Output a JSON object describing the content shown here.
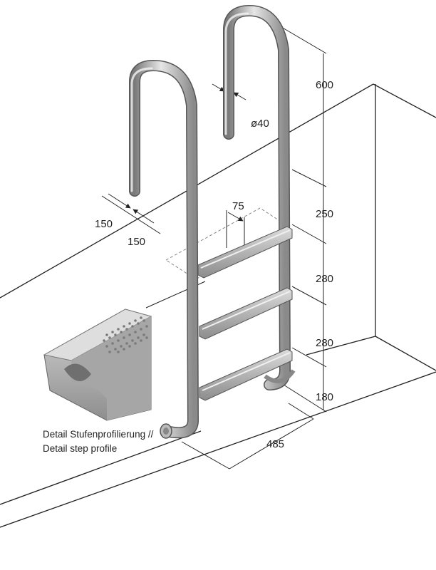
{
  "dimensions": {
    "top_height": "600",
    "tube_diameter": "ø40",
    "handle_offset_a": "150",
    "handle_offset_b": "150",
    "step_depth": "75",
    "first_step": "250",
    "step_gap_1": "280",
    "step_gap_2": "280",
    "bottom_height": "180",
    "width": "485"
  },
  "caption": {
    "line1": "Detail Stufenprofilierung //",
    "line2": "Detail step profile"
  },
  "colors": {
    "steel_dark": "#6e6e6e",
    "steel_light": "#e2e2e2",
    "line": "#222222"
  }
}
